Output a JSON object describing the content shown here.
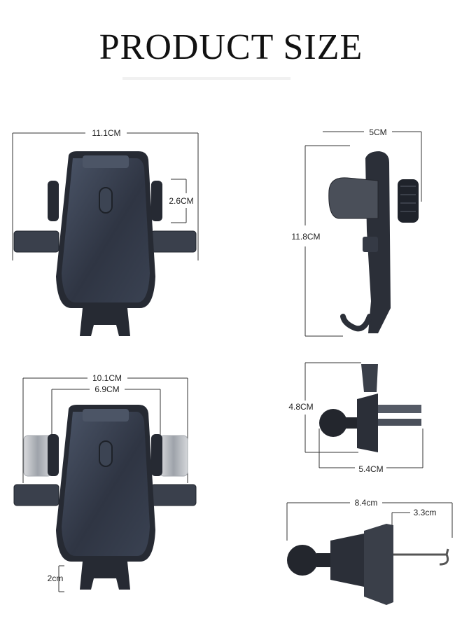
{
  "title": "PRODUCT SIZE",
  "colors": {
    "device_body": "#2b2f38",
    "device_face": "#3e4656",
    "arm_grey": "#8e939b",
    "line": "#333333"
  },
  "dimensions": {
    "front_view": {
      "width": "11.1CM",
      "arm_height": "2.6CM"
    },
    "side_view": {
      "depth": "5CM",
      "height": "11.8CM"
    },
    "front_view_extended": {
      "outer_width": "10.1CM",
      "inner_width": "6.9CM",
      "foot_height": "2cm"
    },
    "clip_view": {
      "height": "4.8CM",
      "width": "5.4CM"
    },
    "hook_view": {
      "length": "8.4cm",
      "hook": "3.3cm"
    }
  }
}
